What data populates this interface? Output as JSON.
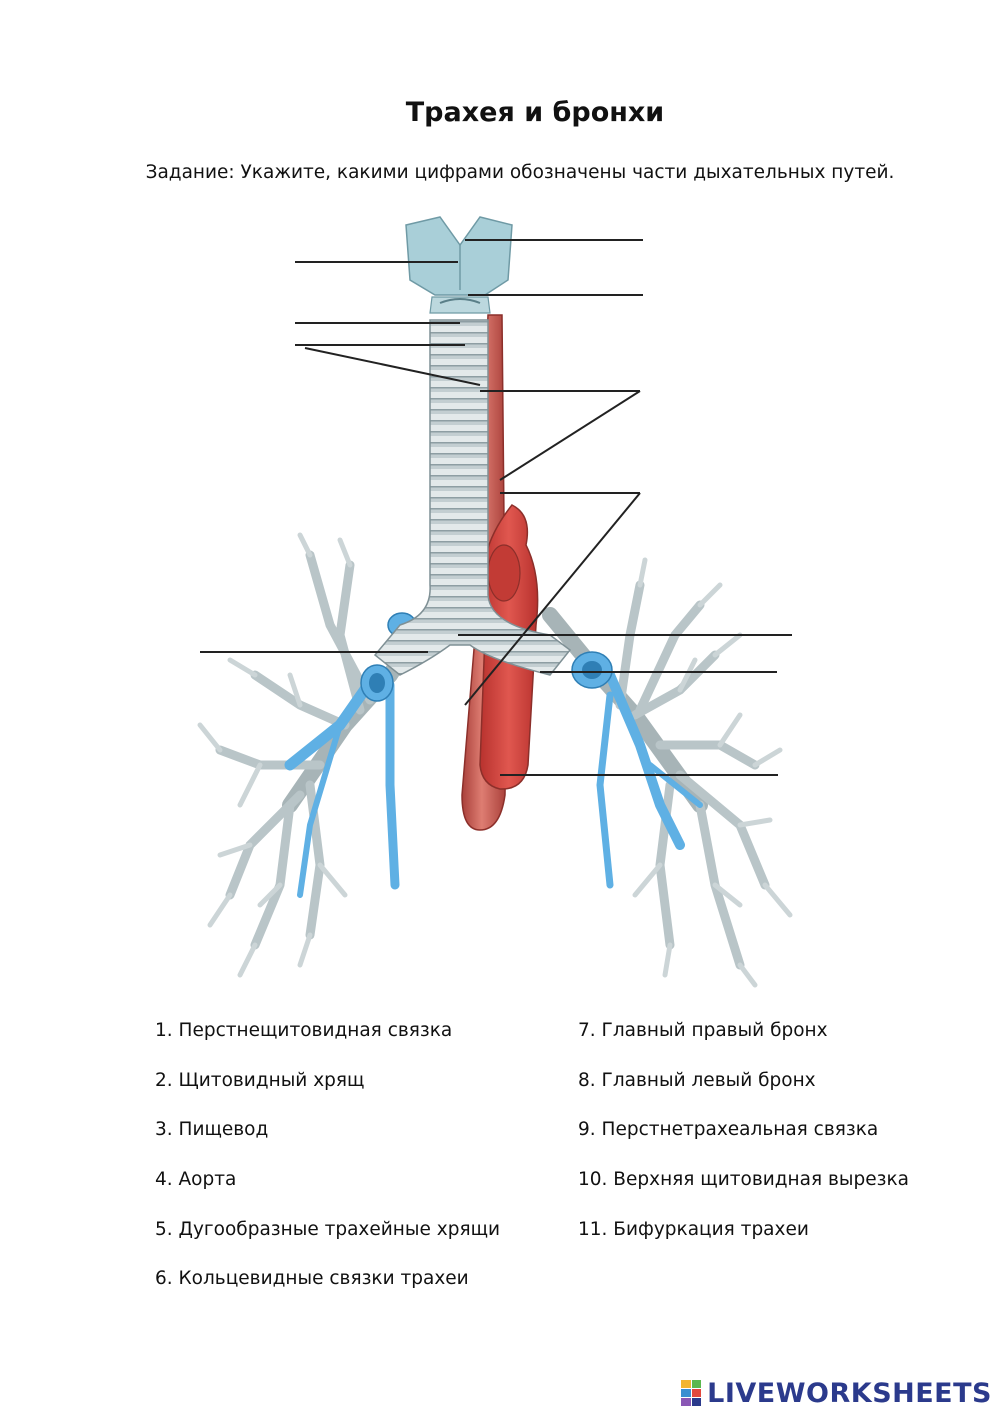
{
  "header": {
    "title": "Трахея и бронхи",
    "task": "Задание: Укажите, какими цифрами обозначены части дыхательных путей."
  },
  "legend_left": [
    "1. Перстнещитовидная связка",
    "2. Щитовидный хрящ",
    "3. Пищевод",
    "4. Аорта",
    "5. Дугообразные трахейные хрящи",
    "6. Кольцевидные связки трахеи"
  ],
  "legend_right": [
    "7. Главный правый бронх",
    "8. Главный левый бронх",
    "9. Перстнетрахеальная связка",
    "10. Верхняя щитовидная вырезка",
    "11. Бифуркация трахеи"
  ],
  "brand": {
    "text": "LIVEWORKSHEETS",
    "color": "#2b3a8c"
  },
  "colors": {
    "cartilage": "#b9c6c9",
    "cartilage_dark": "#7f9095",
    "thyroid": "#a9cfd8",
    "aorta": "#d3453f",
    "esophagus": "#c9534b",
    "vein": "#5fb0e4",
    "line": "#222222"
  }
}
